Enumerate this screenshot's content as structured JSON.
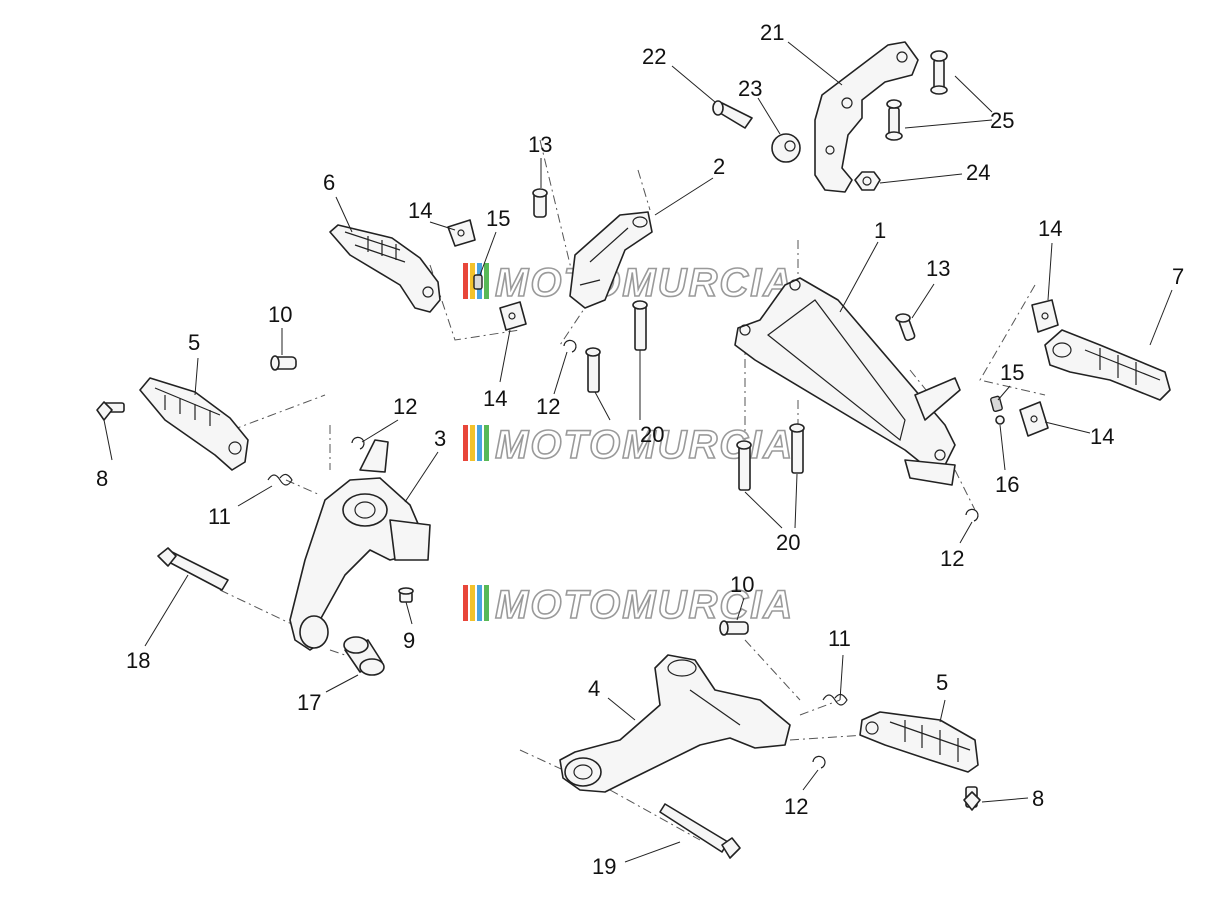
{
  "watermark": {
    "text": "MOTOMURCIA",
    "stripe_colors": [
      "#e8463a",
      "#f3c22b",
      "#4aa3df",
      "#58b957"
    ]
  },
  "callouts": [
    "21",
    "22",
    "23",
    "25",
    "24",
    "13",
    "2",
    "6",
    "14",
    "15",
    "1",
    "13",
    "14",
    "7",
    "10",
    "5",
    "12",
    "12",
    "14",
    "15",
    "3",
    "8",
    "11",
    "20",
    "14",
    "16",
    "12",
    "20",
    "9",
    "18",
    "10",
    "17",
    "11",
    "4",
    "5",
    "12",
    "8",
    "19"
  ]
}
